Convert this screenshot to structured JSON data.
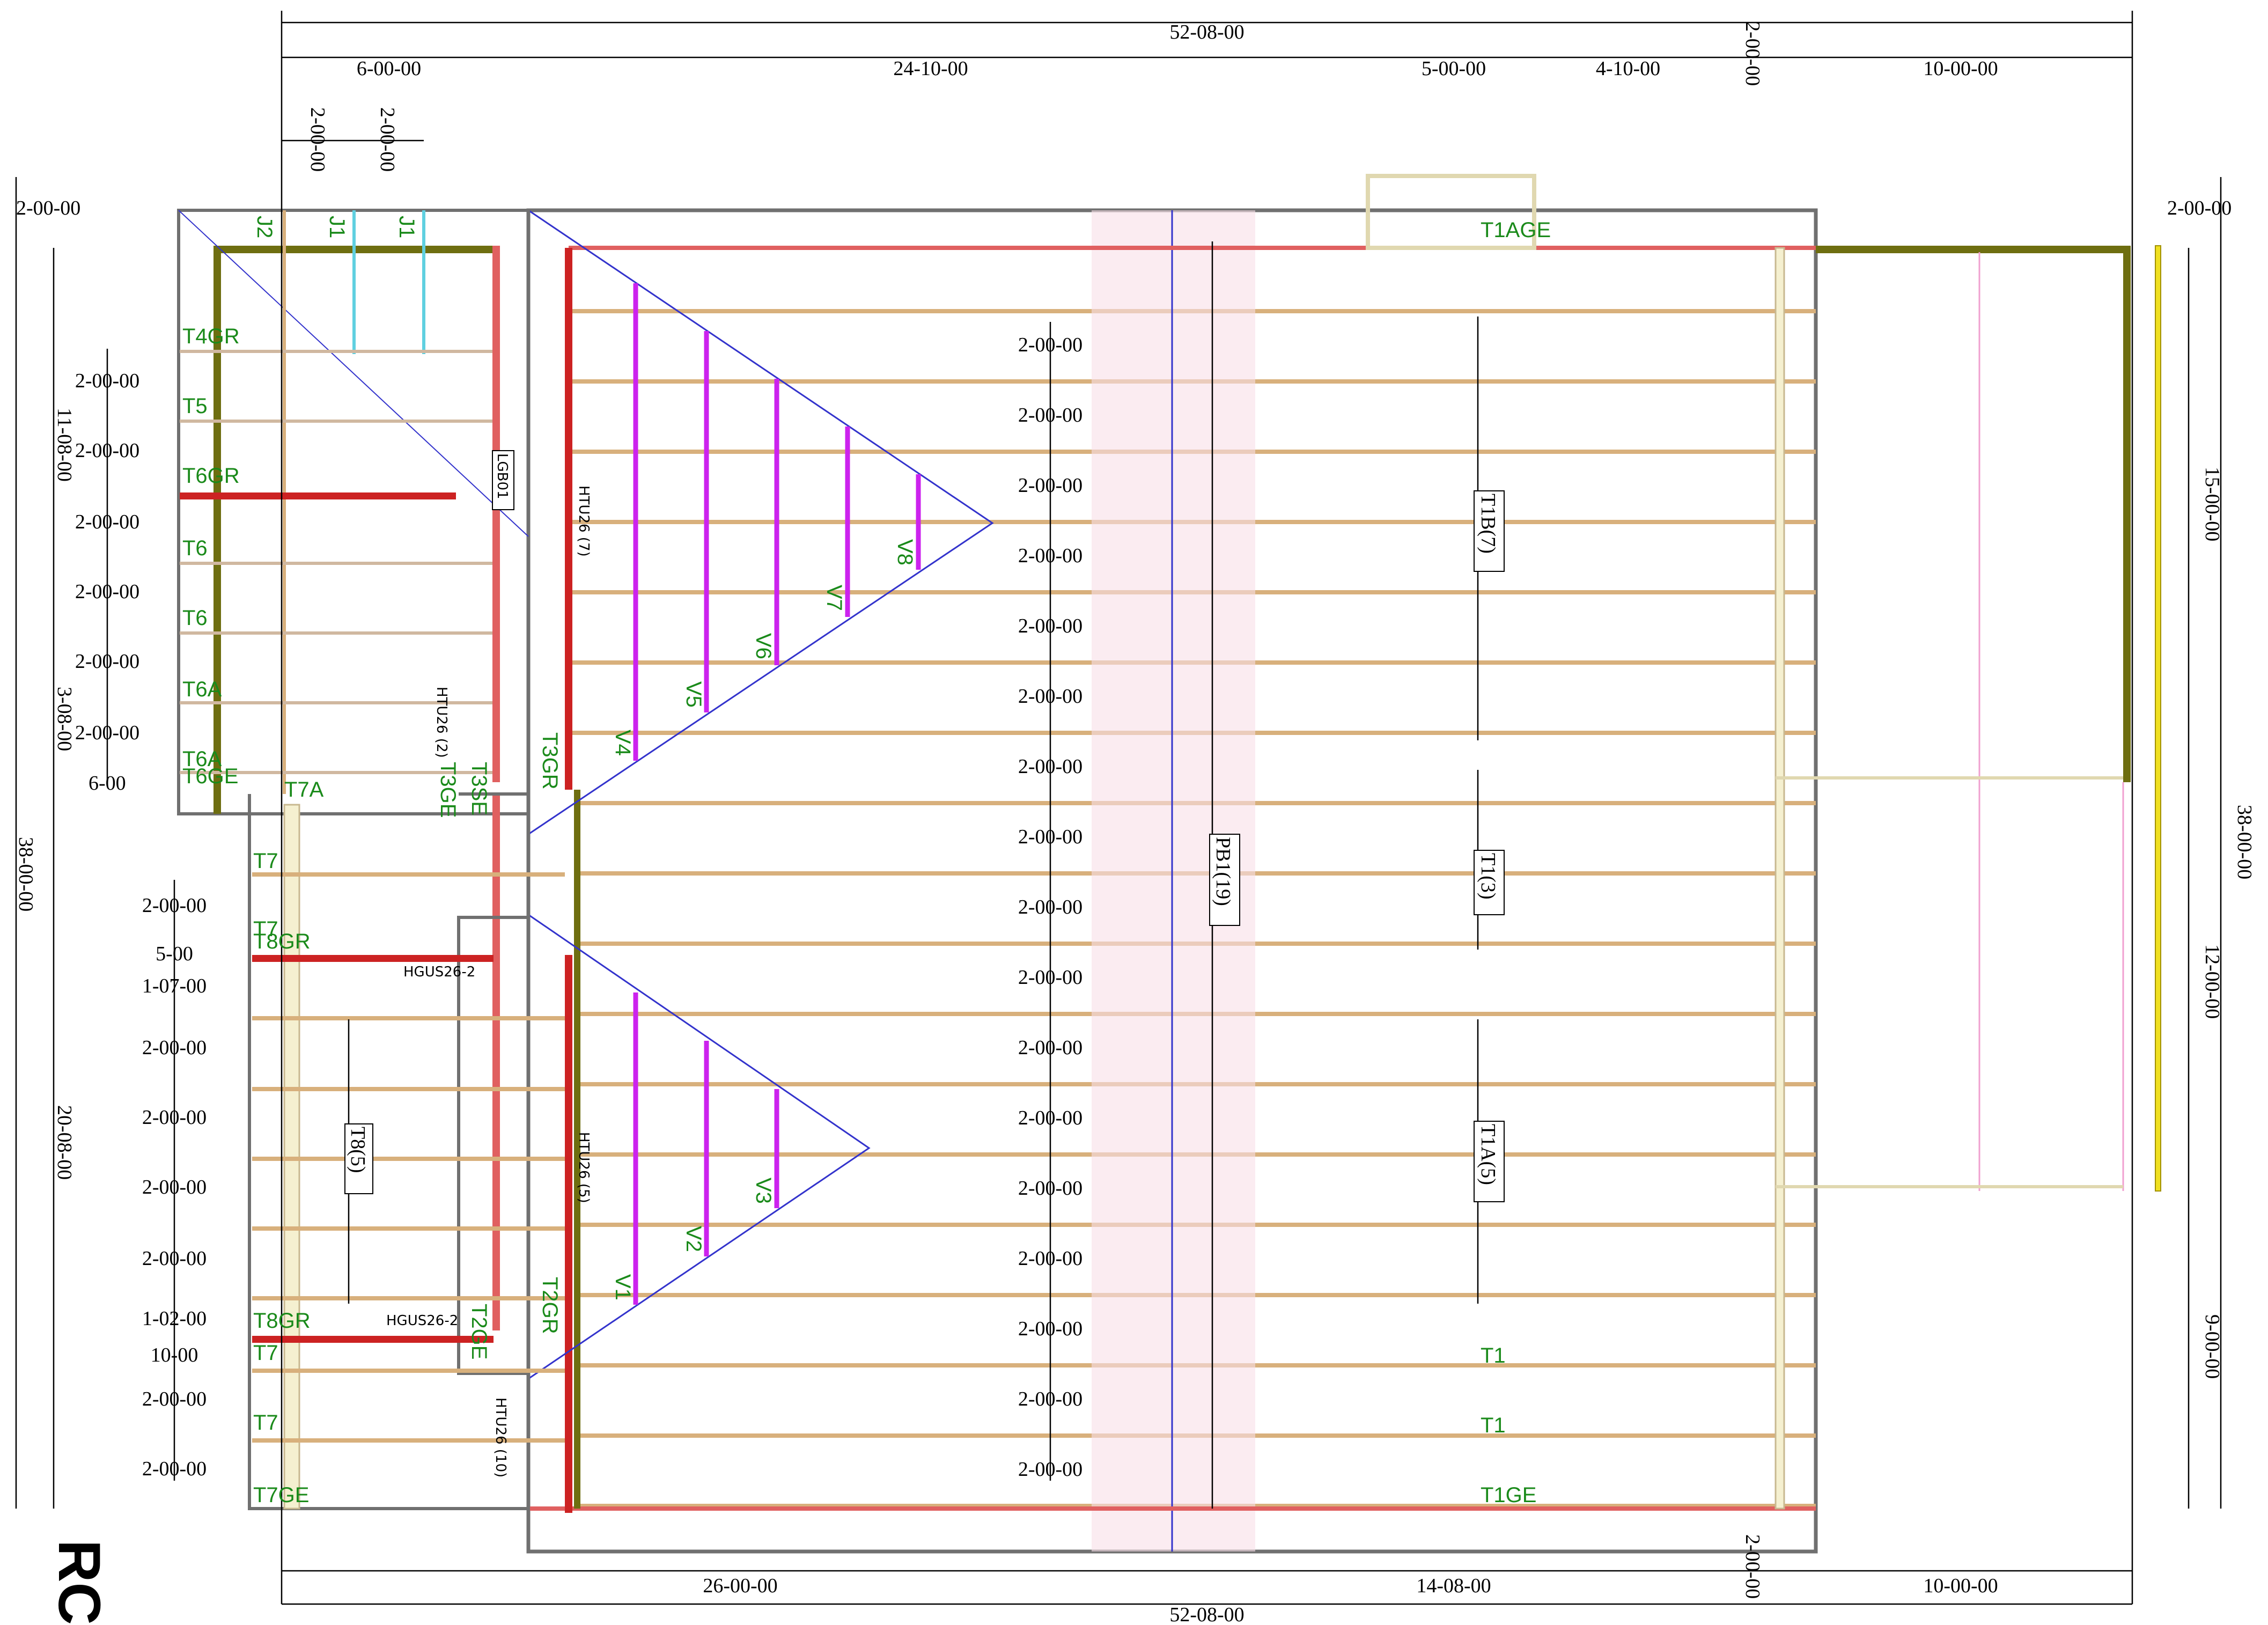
{
  "title": "RC",
  "dimensions": {
    "top_overall": "52-08-00",
    "top_segments": [
      "6-00-00",
      "24-10-00",
      "5-00-00",
      "4-10-00",
      "2-00-00",
      "10-00-00"
    ],
    "top_small": [
      "2-00-00",
      "2-00-00"
    ],
    "bottom_overall": "52-08-00",
    "bottom_segments": [
      "26-00-00",
      "14-08-00",
      "2-00-00",
      "10-00-00"
    ],
    "left_outer": "38-00-00",
    "left_top_offset": "2-00-00",
    "left_upper": "11-08-00",
    "left_mid": "3-08-00",
    "left_step": "6-00",
    "left_lower": "20-08-00",
    "right_outer": "38-00-00",
    "right_top_offset": "2-00-00",
    "right_segments": [
      "15-00-00",
      "12-00-00",
      "9-00-00"
    ],
    "left_upper_spacings": [
      "2-00-00",
      "2-00-00",
      "2-00-00",
      "2-00-00",
      "2-00-00",
      "2-00-00"
    ],
    "left_lower_spacings": [
      "2-00-00",
      "5-00",
      "1-07-00",
      "2-00-00",
      "2-00-00",
      "2-00-00",
      "2-00-00",
      "1-02-00",
      "10-00",
      "2-00-00",
      "2-00-00"
    ],
    "center_spacing": "2-00-00"
  },
  "trusses": {
    "top_labels": [
      "J2",
      "J1",
      "J1"
    ],
    "left_upper": [
      "T4GR",
      "T5",
      "T6GR",
      "T6",
      "T6",
      "T6A",
      "T6A",
      "T6GE"
    ],
    "left_lower": [
      "T7A",
      "T7",
      "T7",
      "T8GR",
      "T8GR",
      "T7",
      "T7",
      "T7GE"
    ],
    "callouts": [
      "T8(5)",
      "T1B(7)",
      "T1(3)",
      "T1A(5)",
      "PB1(19)",
      "LGB01"
    ],
    "main_green": [
      "T1AGE",
      "T1",
      "T1",
      "T1GE"
    ],
    "girders": [
      "T3GR",
      "T3GE",
      "T3SE",
      "T2GR",
      "T2GE"
    ],
    "valleys_upper": [
      "V4",
      "V5",
      "V6",
      "V7",
      "V8"
    ],
    "valleys_lower": [
      "V1",
      "V2",
      "V3"
    ]
  },
  "hangers": [
    "HTU26 (7)",
    "HTU26 (2)",
    "HGUS26-2",
    "HTU26 (5)",
    "HGUS26-2",
    "HTU26 (10)"
  ],
  "colors": {
    "truss_tan": "#d8b07c",
    "girder_red": "#cc2222",
    "valley_magenta": "#cc22ee",
    "label_green": "#1a8a1a",
    "outline_gray": "#707070",
    "olive": "#6e6e10",
    "plate_yellow": "#f0e020",
    "blue_line": "#3333cc",
    "pink": "#f0a0b8"
  }
}
